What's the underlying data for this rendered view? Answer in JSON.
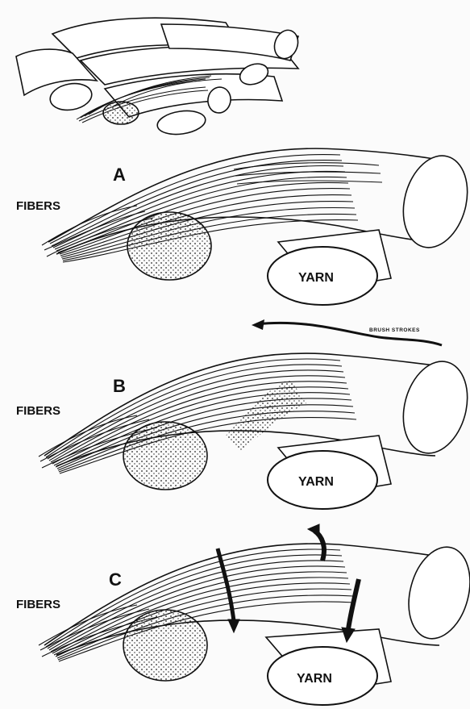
{
  "panels": [
    {
      "letter": "A",
      "fibers_label": "FIBERS",
      "yarn_label": "YARN"
    },
    {
      "letter": "B",
      "fibers_label": "FIBERS",
      "yarn_label": "YARN",
      "annotation": "BRUSH STROKES"
    },
    {
      "letter": "C",
      "fibers_label": "FIBERS",
      "yarn_label": "YARN"
    }
  ],
  "colors": {
    "ink": "#111111",
    "paper": "#fbfbfb"
  }
}
